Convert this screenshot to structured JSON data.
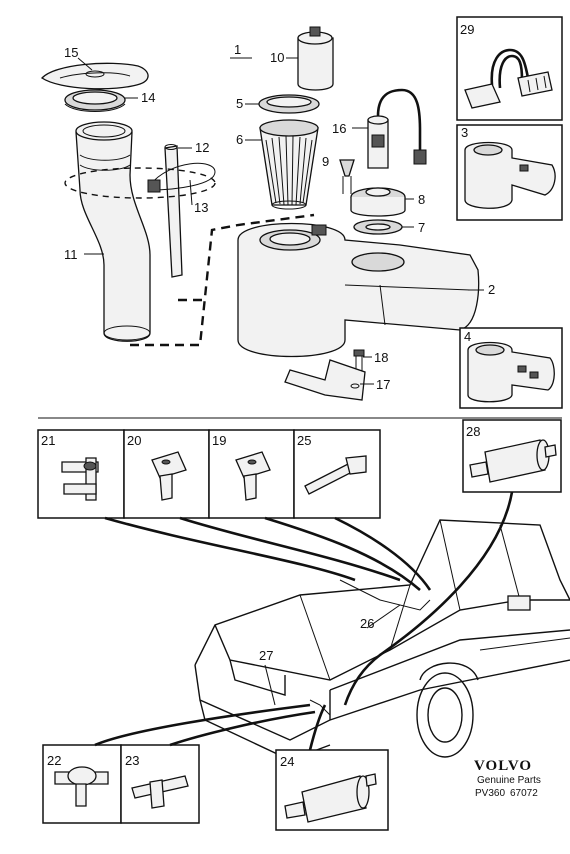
{
  "callouts": {
    "c1": "1",
    "c2": "2",
    "c3": "3",
    "c4": "4",
    "c5": "5",
    "c6": "6",
    "c7": "7",
    "c8": "8",
    "c9": "9",
    "c10": "10",
    "c11": "11",
    "c12": "12",
    "c13": "13",
    "c14": "14",
    "c15": "15",
    "c16": "16",
    "c17": "17",
    "c18": "18",
    "c19": "19",
    "c20": "20",
    "c21": "21",
    "c22": "22",
    "c23": "23",
    "c24": "24",
    "c25": "25",
    "c26": "26",
    "c27": "27",
    "c28": "28",
    "c29": "29"
  },
  "branding": {
    "logo": "VOLVO",
    "subtitle": "Genuine Parts",
    "code_prefix": "PV360",
    "code_number": "67072"
  }
}
